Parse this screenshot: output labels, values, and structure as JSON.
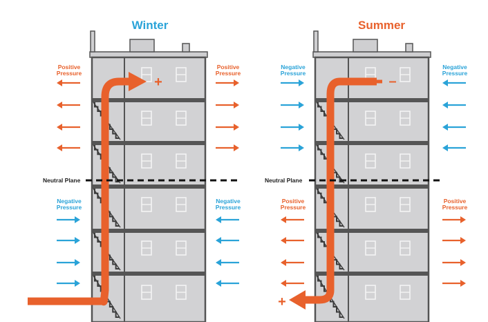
{
  "colors": {
    "orange": "#e8612c",
    "blue": "#2aa3d8",
    "building_fill": "#d2d2d4",
    "building_outline": "#545454",
    "window_stroke": "#f4f4f4",
    "neutral_line": "#111111"
  },
  "icons": {
    "outward_arrow": "arrow-icon",
    "inward_arrow": "arrow-icon",
    "stack_airflow": "curved-arrow-icon",
    "stairs": "staircase-icon"
  },
  "panels": [
    {
      "id": "winter",
      "title": "Winter",
      "title_color": "#2aa3d8",
      "neutral_label": "Neutral Plane",
      "upper_left": {
        "line1": "Positive",
        "line2": "Pressure",
        "color": "#e8612c",
        "flow": "out"
      },
      "upper_right": {
        "line1": "Positive",
        "line2": "Pressure",
        "color": "#e8612c",
        "flow": "out"
      },
      "lower_left": {
        "line1": "Negative",
        "line2": "Pressure",
        "color": "#2aa3d8",
        "flow": "in"
      },
      "lower_right": {
        "line1": "Negative",
        "line2": "Pressure",
        "color": "#2aa3d8",
        "flow": "in"
      },
      "top_sign": "+",
      "bottom_sign": "–"
    },
    {
      "id": "summer",
      "title": "Summer",
      "title_color": "#e8612c",
      "neutral_label": "Neutral Plane",
      "upper_left": {
        "line1": "Negative",
        "line2": "Pressure",
        "color": "#2aa3d8",
        "flow": "in"
      },
      "upper_right": {
        "line1": "Negative",
        "line2": "Pressure",
        "color": "#2aa3d8",
        "flow": "in"
      },
      "lower_left": {
        "line1": "Positive",
        "line2": "Pressure",
        "color": "#e8612c",
        "flow": "out"
      },
      "lower_right": {
        "line1": "Positive",
        "line2": "Pressure",
        "color": "#e8612c",
        "flow": "out"
      },
      "top_sign": "–",
      "bottom_sign": "+"
    }
  ]
}
